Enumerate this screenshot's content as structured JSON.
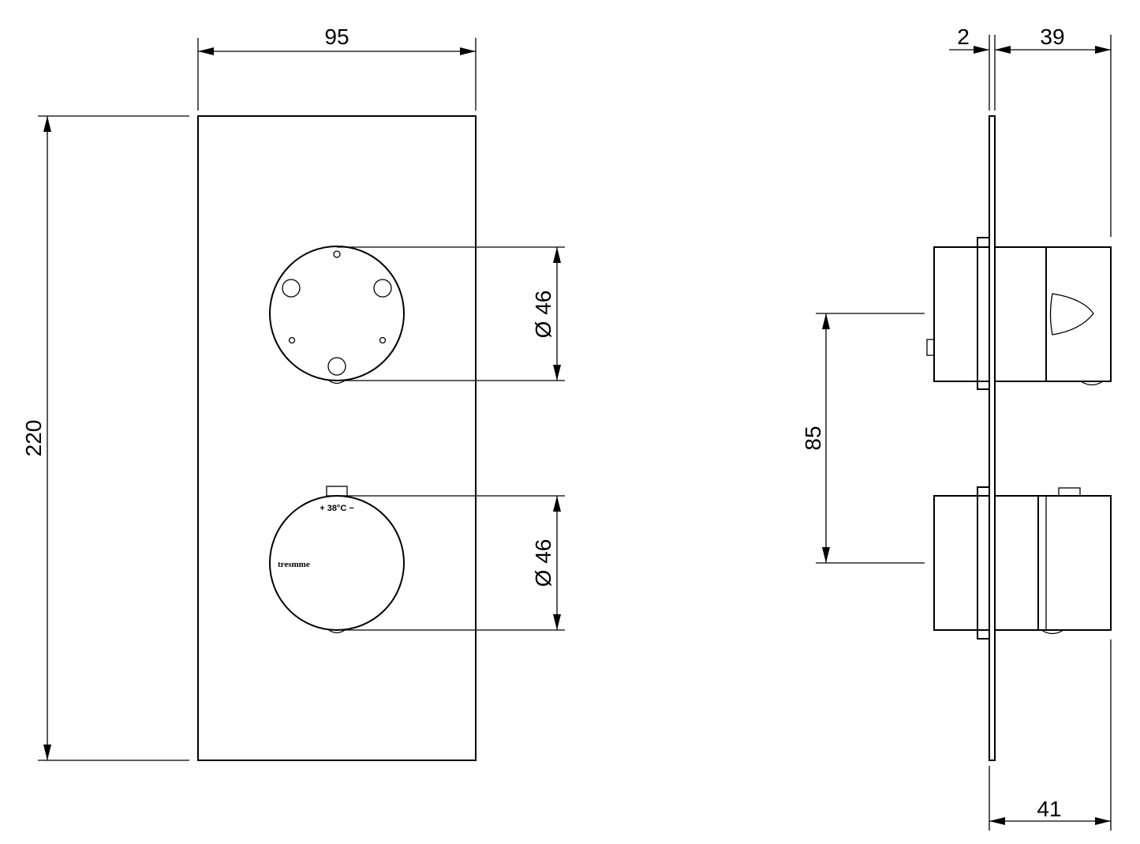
{
  "front_view": {
    "width_label": "95",
    "height_label": "220",
    "knob_top_diameter_label": "Ø 46",
    "knob_bottom_diameter_label": "Ø 46",
    "temperature_marking": "+ 38°C −",
    "brand_marking": "tresmme"
  },
  "side_view": {
    "plate_thickness_label": "2",
    "projection_label": "39",
    "total_depth_label": "41",
    "center_distance_label": "85"
  }
}
